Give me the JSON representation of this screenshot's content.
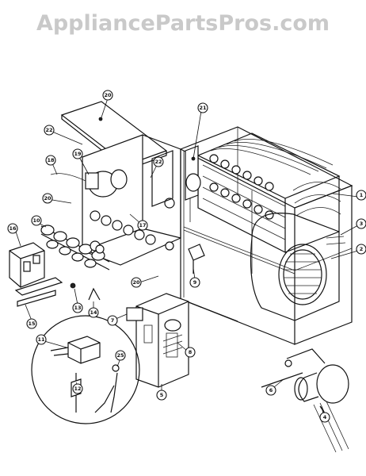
{
  "watermark": "AppliancePartsPros.com",
  "callouts": [
    {
      "id": "c20a",
      "label": "20"
    },
    {
      "id": "c21",
      "label": "21"
    },
    {
      "id": "c22a",
      "label": "22"
    },
    {
      "id": "c19",
      "label": "19"
    },
    {
      "id": "c18",
      "label": "18"
    },
    {
      "id": "c22b",
      "label": "22"
    },
    {
      "id": "c20b",
      "label": "20"
    },
    {
      "id": "c17",
      "label": "17"
    },
    {
      "id": "c10",
      "label": "10"
    },
    {
      "id": "c16",
      "label": "16"
    },
    {
      "id": "c1",
      "label": "1"
    },
    {
      "id": "c3",
      "label": "3"
    },
    {
      "id": "c2",
      "label": "2"
    },
    {
      "id": "c9",
      "label": "9"
    },
    {
      "id": "c20c",
      "label": "20"
    },
    {
      "id": "c7",
      "label": "7"
    },
    {
      "id": "c13",
      "label": "13"
    },
    {
      "id": "c14",
      "label": "14"
    },
    {
      "id": "c15",
      "label": "15"
    },
    {
      "id": "c11",
      "label": "11"
    },
    {
      "id": "c8",
      "label": "8"
    },
    {
      "id": "c5",
      "label": "5"
    },
    {
      "id": "c12",
      "label": "12"
    },
    {
      "id": "c25",
      "label": "25"
    },
    {
      "id": "c6",
      "label": "6"
    },
    {
      "id": "c4",
      "label": "4"
    }
  ]
}
